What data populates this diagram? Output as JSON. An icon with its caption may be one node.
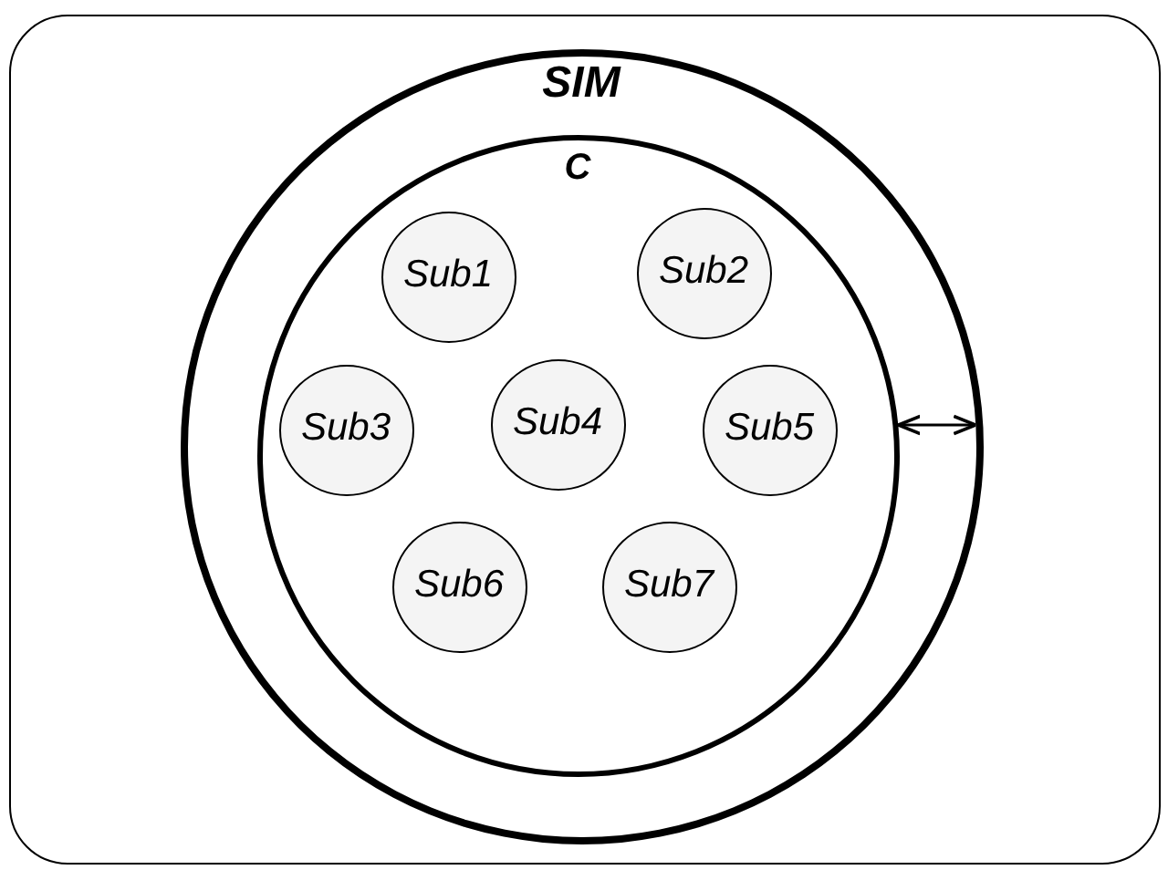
{
  "diagram": {
    "nodes": [
      {
        "text": [],
        "shape": "box"
      },
      {
        "text": [
          "SIM"
        ],
        "in": 0
      },
      {
        "text": [
          "C"
        ],
        "in": 1
      },
      {
        "text": [
          "Sub1"
        ],
        "in": 2
      },
      {
        "text": [
          "Sub2"
        ],
        "in": 2
      },
      {
        "text": [
          "Sub3"
        ],
        "in": 2
      },
      {
        "text": [
          "Sub4"
        ],
        "in": 2
      },
      {
        "text": [
          "Sub5"
        ],
        "in": 2
      },
      {
        "text": [
          "Sub6"
        ],
        "in": 2
      },
      {
        "text": [
          "Sub7"
        ],
        "in": 2
      }
    ],
    "edges": [
      {
        "from": 2,
        "to": 1,
        "arrow": "both"
      }
    ]
  }
}
